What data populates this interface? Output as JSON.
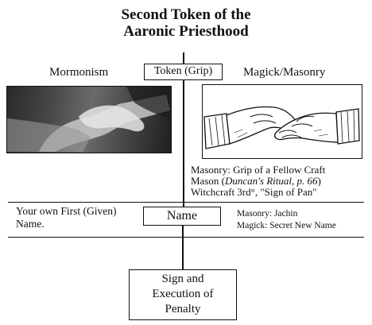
{
  "title": {
    "line1": "Second Token of the",
    "line2": "Aaronic Priesthood"
  },
  "columns": {
    "left": "Mormonism",
    "right": "Magick/Masonry"
  },
  "boxes": {
    "token": "Token (Grip)",
    "name": "Name",
    "penalty": [
      "Sign and",
      "Execution of",
      "Penalty"
    ]
  },
  "masonry_note": {
    "line1": "Masonry: Grip of a Fellow Craft",
    "line2_a": "Mason (",
    "line2_ref": "Duncan's Ritual, p. 66",
    "line2_b": ")",
    "line3": "Witchcraft 3rd°, \"Sign of Pan\""
  },
  "name_left": {
    "line1": "Your own First (Given)",
    "line2": "Name."
  },
  "name_right": {
    "line1": "Masonry: Jachin",
    "line2": "Magick: Secret New Name"
  },
  "images": {
    "left": "photo-handshake",
    "right": "engraving-handshake-grip"
  }
}
